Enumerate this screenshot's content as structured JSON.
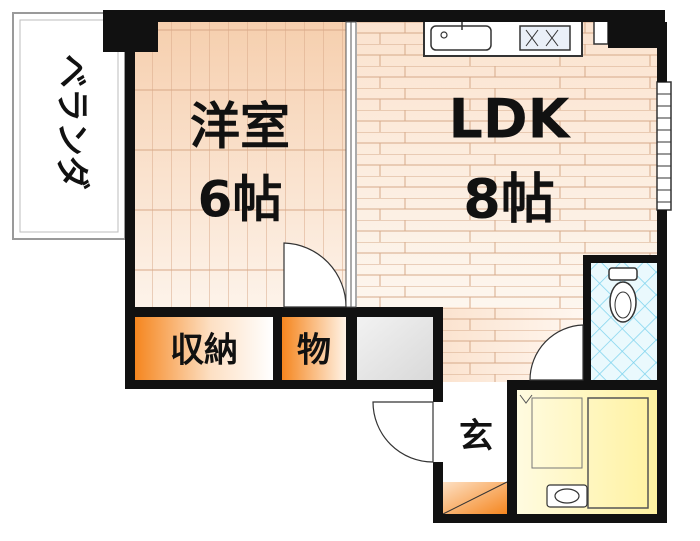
{
  "rooms": {
    "veranda": "ベランダ",
    "western_room": {
      "name": "洋室",
      "size": "6帖"
    },
    "ldk": {
      "name": "LDK",
      "size": "8帖"
    },
    "storage": "収納",
    "closet": "物",
    "entrance": "玄"
  },
  "colors": {
    "wall": "#111111",
    "floor_light": "#fdf3ea",
    "floor_dark": "#f2c7a4",
    "floor_line": "#c99a78",
    "storage_orange": "#f5861f",
    "tile_blue": "#a9e4f5",
    "bath_yellow": "#fff7b0"
  }
}
